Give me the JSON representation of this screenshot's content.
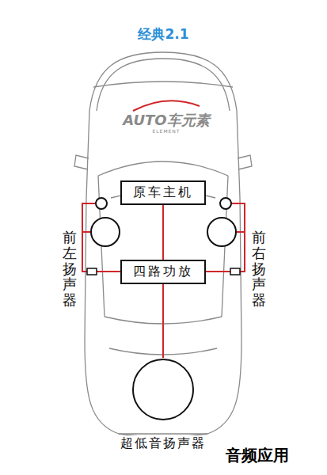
{
  "diagram": {
    "title": "经典2.1",
    "nodes": [
      {
        "text": [
          "原车主机"
        ]
      },
      {
        "text": [
          "四路功放"
        ]
      },
      {
        "text": [
          "超低音扬声器"
        ]
      }
    ],
    "edges": [
      {
        "from": 0,
        "to": 1,
        "arrow": "none"
      },
      {
        "from": 1,
        "to": 2,
        "arrow": "none"
      }
    ],
    "labels": [
      "AUTO车元素",
      "ELEMENT",
      "前左扬声器",
      "前右扬声器",
      "音频应用"
    ]
  }
}
